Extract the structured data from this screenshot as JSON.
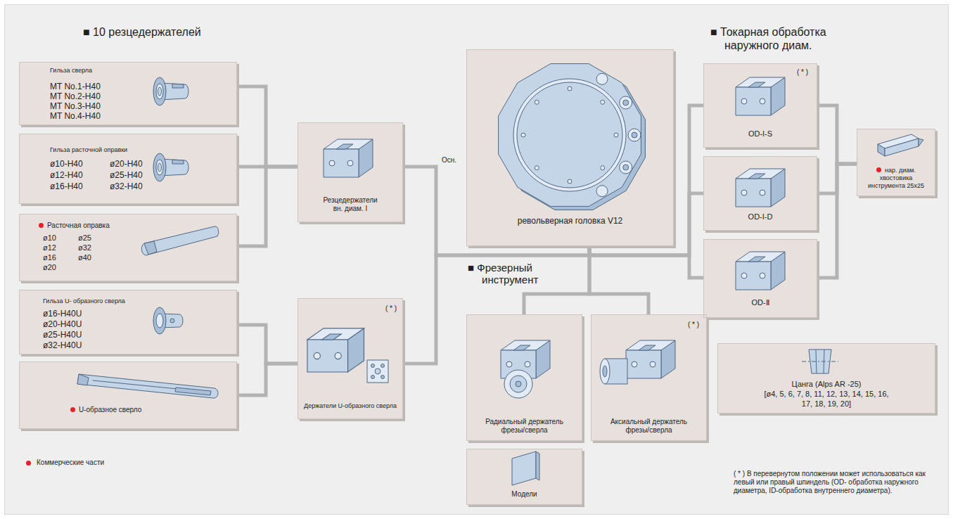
{
  "diagram": {
    "nodes": [
      {
        "text": [
          "Гильза сверла",
          "MT No.1-H40",
          "MT No.2-H40",
          "MT No.3-H40",
          "MT No.4-H40"
        ]
      },
      {
        "text": [
          "Гильза расточной оправки",
          "ø10-H40",
          "ø20-H40",
          "ø12-H40",
          "ø25-H40",
          "ø16-H40",
          "ø32-H40"
        ]
      },
      {
        "text": [
          "Расточная оправка",
          "ø10",
          "ø25",
          "ø12",
          "ø32",
          "ø16",
          "ø40",
          "ø20"
        ]
      },
      {
        "text": [
          "Гильза U- образного сверла",
          "ø16-H40U",
          "ø20-H40U",
          "ø25-H40U",
          "ø32-H40U"
        ]
      },
      {
        "text": [
          "U-образное сверло"
        ]
      },
      {
        "text": [
          "Резцедержатели вн. диам. I"
        ]
      },
      {
        "text": [
          "( * )",
          "Держатели U-образного сверла"
        ]
      },
      {
        "text": [
          "револьверная головка V12"
        ]
      },
      {
        "text": [
          "( * )",
          "OD-I-S"
        ]
      },
      {
        "text": [
          "OD-I-D"
        ]
      },
      {
        "text": [
          "OD-Ⅱ"
        ]
      },
      {
        "text": [
          "нар. диам. хвостовика инструмента 25x25"
        ]
      },
      {
        "text": [
          "Радиальный держатель фрезы/сверла"
        ]
      },
      {
        "text": [
          "( * )",
          "Аксиальный держатель фрезы/сверла"
        ]
      },
      {
        "text": [
          "Цанга (Alps AR -25)",
          "[ø4, 5, 6, 7, 8, 11, 12, 13, 14, 15, 16, 17, 18, 19, 20]"
        ]
      },
      {
        "text": [
          "Модели"
        ]
      }
    ],
    "edges": [
      {
        "from": 0,
        "to": 5,
        "arrow": "none"
      },
      {
        "from": 1,
        "to": 5,
        "arrow": "none"
      },
      {
        "from": 2,
        "to": 5,
        "arrow": "none"
      },
      {
        "from": 3,
        "to": 6,
        "arrow": "none"
      },
      {
        "from": 4,
        "to": 6,
        "arrow": "none"
      },
      {
        "from": 5,
        "to": 7,
        "label": "Осн.",
        "arrow": "none"
      },
      {
        "from": 6,
        "to": 7,
        "arrow": "none"
      },
      {
        "from": 7,
        "to": 8,
        "arrow": "none"
      },
      {
        "from": 7,
        "to": 9,
        "arrow": "none"
      },
      {
        "from": 7,
        "to": 10,
        "arrow": "none"
      },
      {
        "from": 7,
        "to": 12,
        "arrow": "none"
      },
      {
        "from": 7,
        "to": 13,
        "arrow": "none"
      },
      {
        "from": 8,
        "to": 11,
        "arrow": "none"
      },
      {
        "from": 9,
        "to": 11,
        "arrow": "none"
      },
      {
        "from": 10,
        "to": 11,
        "arrow": "none"
      }
    ],
    "labels": [
      "■ 10 резцедержателей",
      "■ Токарная обработка наружного диам.",
      "■ Фрезерный инструмент",
      "( * ) В перевернутом положении может использоваться как левый или правый шпиндель (OD- обработка наружного диаметра, ID-обработка внутреннего диаметра)."
    ],
    "legend": [
      {
        "text": "Коммерческие части",
        "color": "#e8202a"
      }
    ]
  }
}
